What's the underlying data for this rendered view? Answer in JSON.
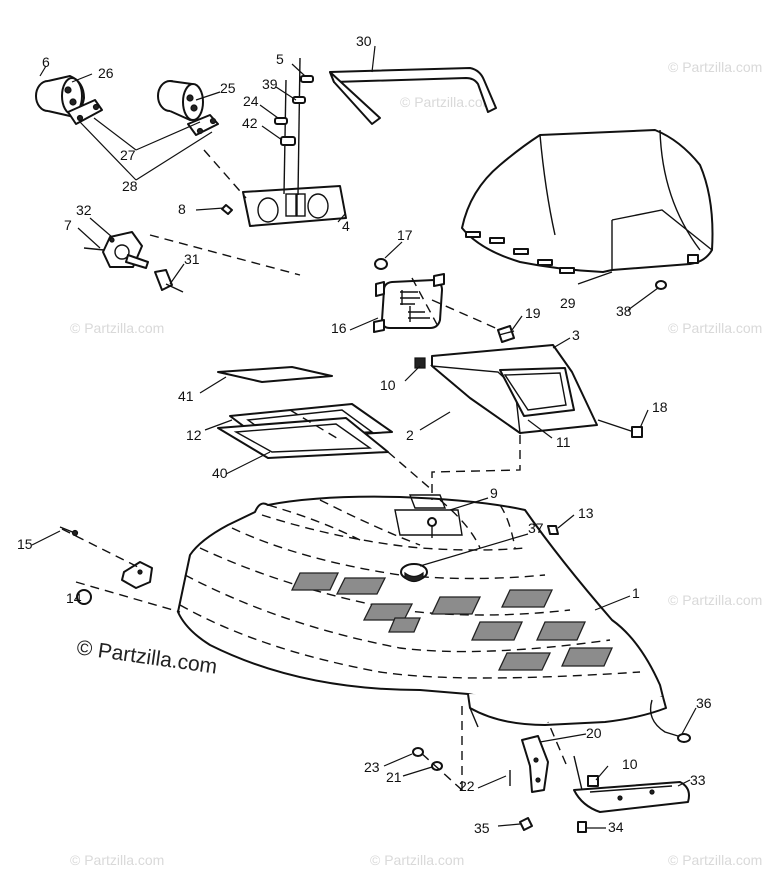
{
  "watermarks": {
    "main": "© Partzilla.com",
    "faint": "© Partzilla.com"
  },
  "callouts": [
    "1",
    "2",
    "3",
    "4",
    "5",
    "6",
    "7",
    "8",
    "9",
    "10",
    "10",
    "11",
    "12",
    "13",
    "14",
    "15",
    "16",
    "17",
    "18",
    "19",
    "20",
    "21",
    "22",
    "23",
    "24",
    "25",
    "26",
    "27",
    "28",
    "29",
    "30",
    "31",
    "32",
    "33",
    "34",
    "35",
    "36",
    "37",
    "38",
    "39",
    "40",
    "41",
    "42"
  ]
}
